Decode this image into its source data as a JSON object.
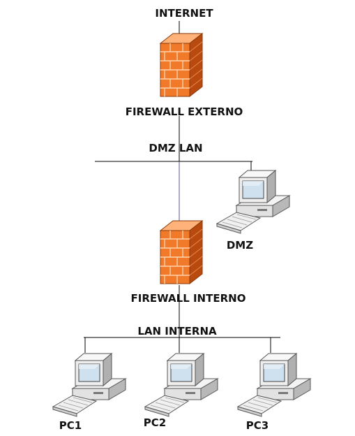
{
  "labels": {
    "internet": "INTERNET",
    "firewall_externo": "FIREWALL EXTERNO",
    "dmz_lan": "DMZ LAN",
    "dmz": "DMZ",
    "firewall_interno": "FIREWALL INTERNO",
    "lan_interna": "LAN INTERNA",
    "pc1": "PC1",
    "pc2": "PC2",
    "pc3": "PC3"
  },
  "icons": {
    "firewall": "brick-wall-firewall-icon",
    "computer": "desktop-computer-icon"
  },
  "colors": {
    "firewall_light": "#ffb070",
    "firewall_mid": "#f07a2a",
    "firewall_dark": "#b84a10",
    "computer_body": "#ececec",
    "computer_shadow": "#a0a0a0",
    "screen": "#cfe0ef",
    "connector_line": "#000000",
    "backbone_line": "#5a5a8a"
  }
}
